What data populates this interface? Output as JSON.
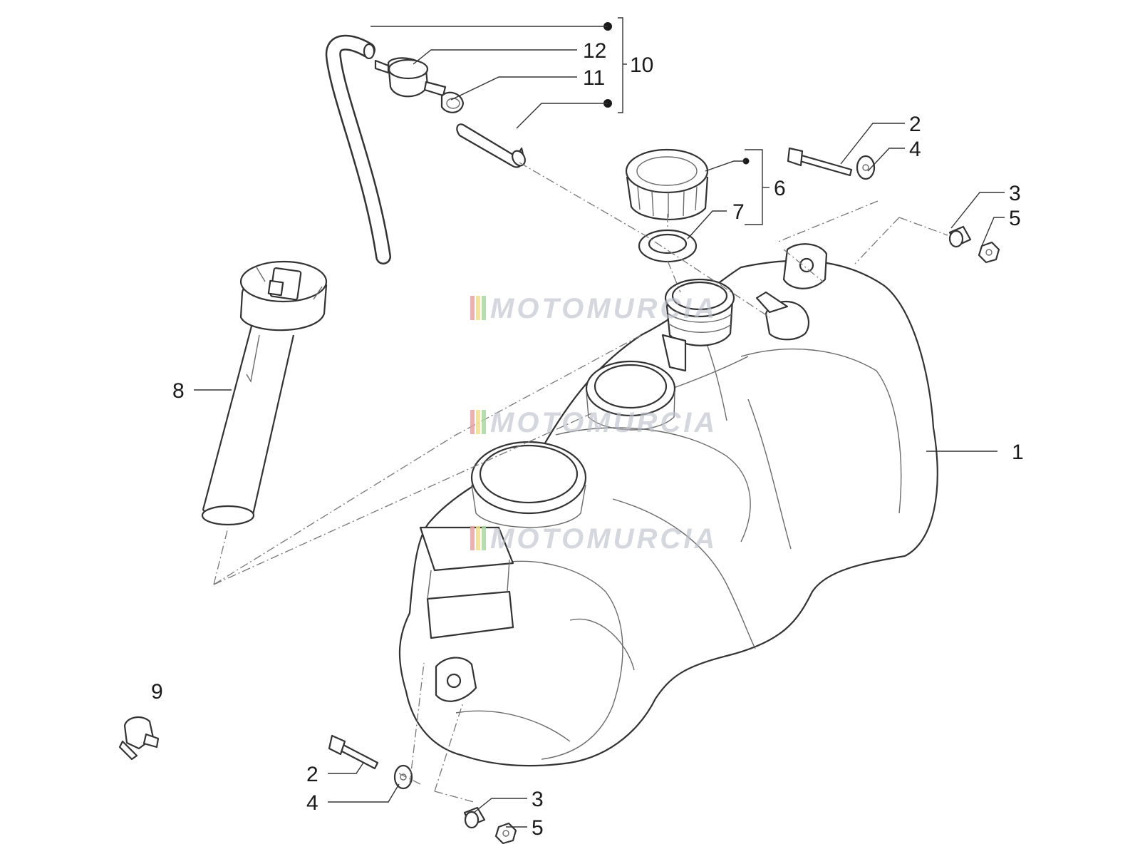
{
  "diagram": {
    "callouts": [
      {
        "id": "c1",
        "text": "1"
      },
      {
        "id": "c2a",
        "text": "2"
      },
      {
        "id": "c2b",
        "text": "2"
      },
      {
        "id": "c3a",
        "text": "3"
      },
      {
        "id": "c3b",
        "text": "3"
      },
      {
        "id": "c4a",
        "text": "4"
      },
      {
        "id": "c4b",
        "text": "4"
      },
      {
        "id": "c5a",
        "text": "5"
      },
      {
        "id": "c5b",
        "text": "5"
      },
      {
        "id": "c6",
        "text": "6"
      },
      {
        "id": "c7",
        "text": "7"
      },
      {
        "id": "c8",
        "text": "8"
      },
      {
        "id": "c9",
        "text": "9"
      },
      {
        "id": "c10",
        "text": "10"
      },
      {
        "id": "c11",
        "text": "11"
      },
      {
        "id": "c12",
        "text": "12"
      }
    ],
    "watermark": {
      "text": "MOTOMURCIA",
      "stripe_colors": [
        "#e9a3a3",
        "#f0e08a",
        "#a9d8a0"
      ]
    }
  }
}
